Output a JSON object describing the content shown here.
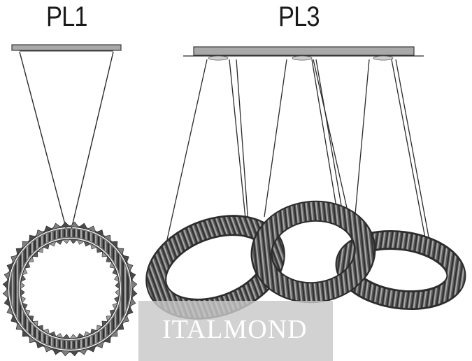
{
  "labels": {
    "pl1": "PL1",
    "pl3": "PL3"
  },
  "watermark": {
    "text": "ITALMOND"
  },
  "colors": {
    "canopy_fill": "#a9a9a9",
    "canopy_stroke": "#3a3a3a",
    "cable": "#2b2b2b",
    "ring_dark": "#4b4b4b",
    "ring_mid": "#7a7a7a",
    "ring_light": "#b7b7b7",
    "watermark_bg": "#c8c8c8",
    "watermark_text": "#ffffff"
  }
}
